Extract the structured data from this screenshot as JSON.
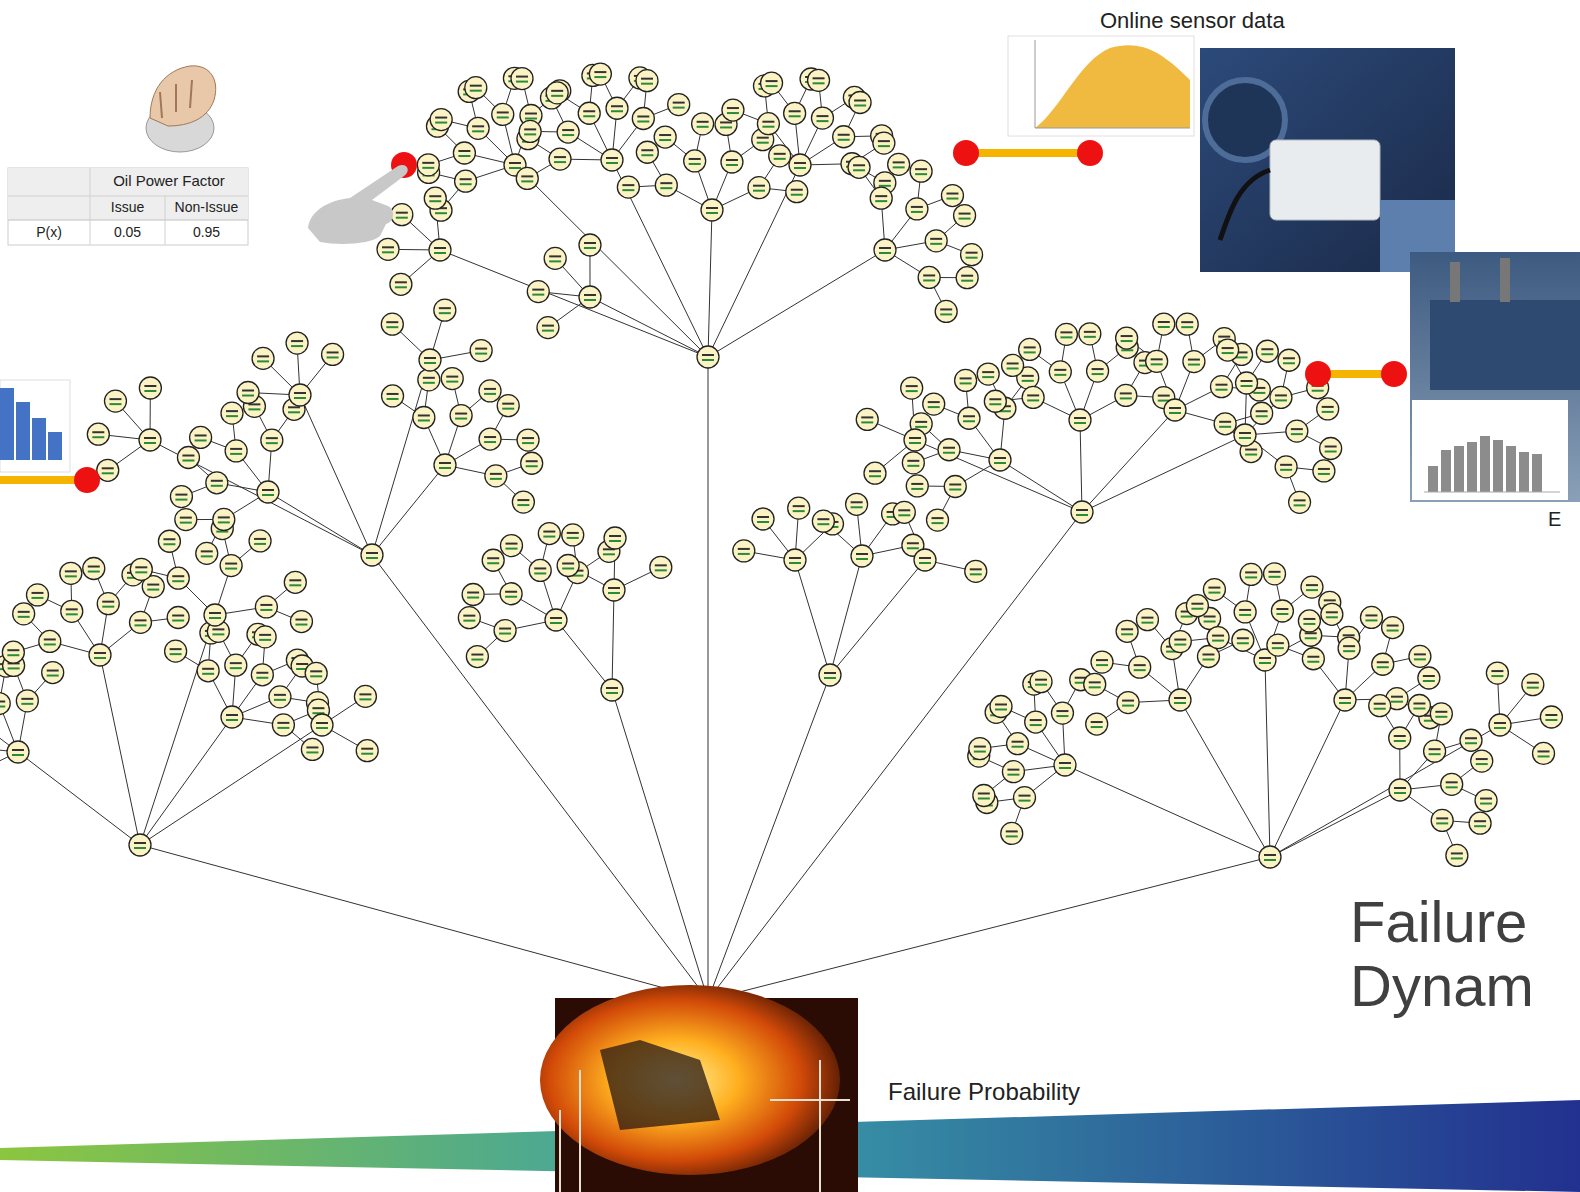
{
  "diagram": {
    "title": "Failure Dynam",
    "labels": [
      "Online sensor data",
      "Oil Power Factor",
      "Issue",
      "Non-Issue",
      "P(x)",
      "0.05",
      "0.95",
      "E",
      "Failure Probability"
    ]
  }
}
